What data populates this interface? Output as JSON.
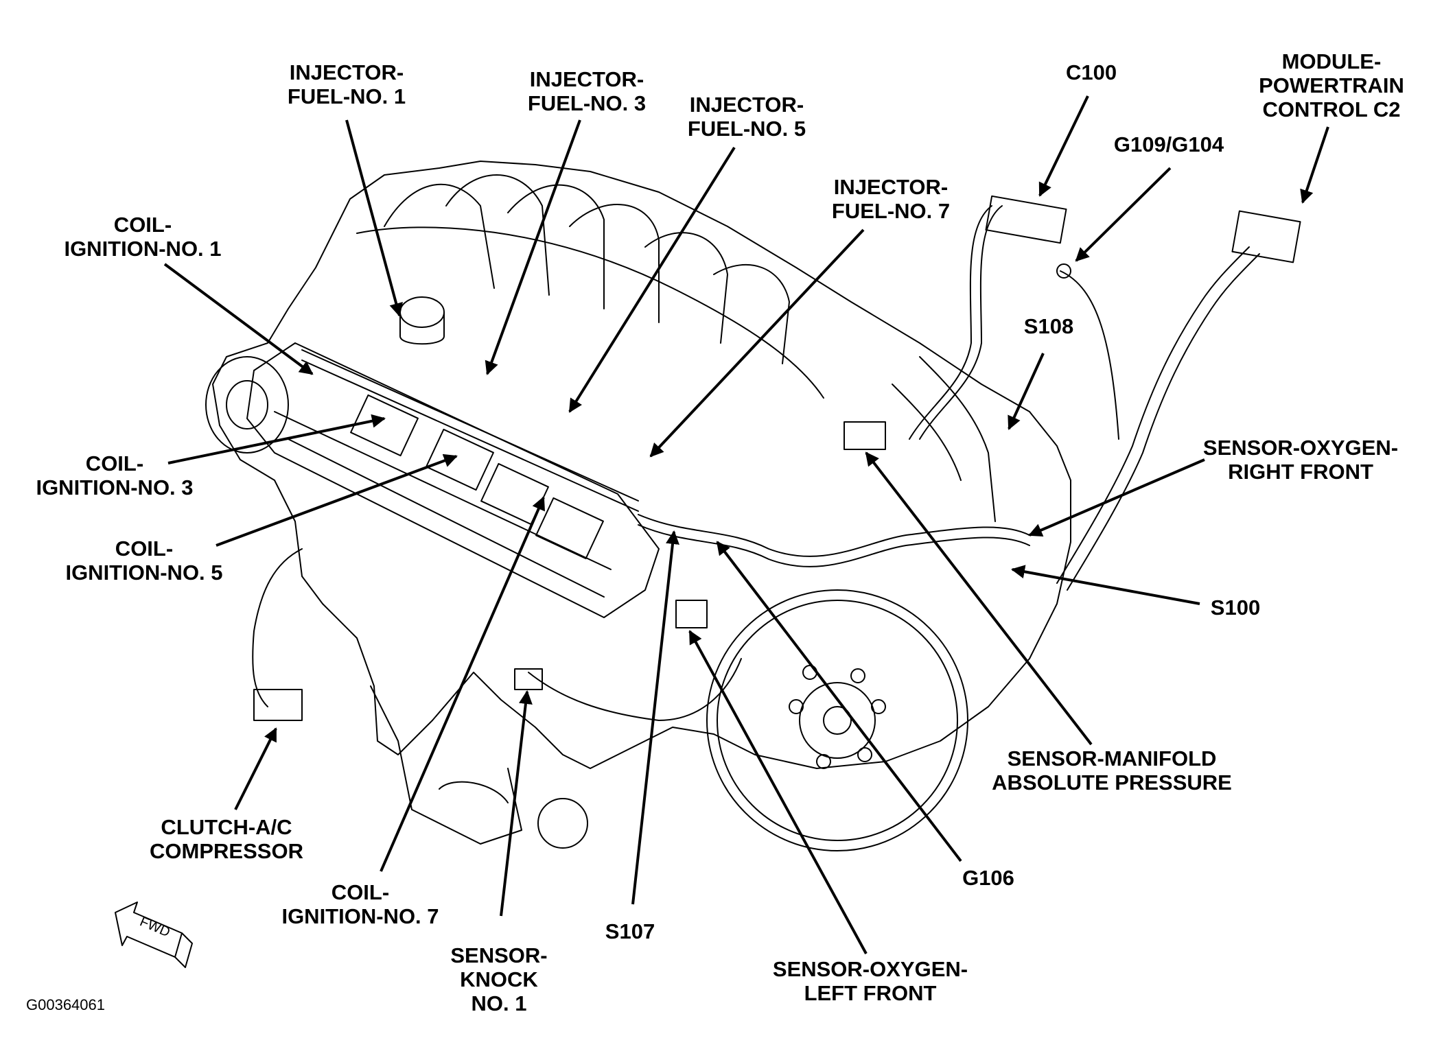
{
  "figure_code": "G00364061",
  "fwd_arrow_text": "FWD",
  "colors": {
    "ink": "#000000",
    "paper": "#ffffff"
  },
  "callouts": [
    {
      "id": "injector-fuel-no-1",
      "lines": [
        "INJECTOR-",
        "FUEL-NO. 1"
      ]
    },
    {
      "id": "injector-fuel-no-3",
      "lines": [
        "INJECTOR-",
        "FUEL-NO. 3"
      ]
    },
    {
      "id": "injector-fuel-no-5",
      "lines": [
        "INJECTOR-",
        "FUEL-NO. 5"
      ]
    },
    {
      "id": "injector-fuel-no-7",
      "lines": [
        "INJECTOR-",
        "FUEL-NO. 7"
      ]
    },
    {
      "id": "c100",
      "lines": [
        "C100"
      ]
    },
    {
      "id": "g109-g104",
      "lines": [
        "G109/G104"
      ]
    },
    {
      "id": "module-powertrain-control-c2",
      "lines": [
        "MODULE-",
        "POWERTRAIN",
        "CONTROL C2"
      ]
    },
    {
      "id": "coil-ignition-no-1",
      "lines": [
        "COIL-",
        "IGNITION-NO. 1"
      ]
    },
    {
      "id": "s108",
      "lines": [
        "S108"
      ]
    },
    {
      "id": "coil-ignition-no-3",
      "lines": [
        "COIL-",
        "IGNITION-NO. 3"
      ]
    },
    {
      "id": "sensor-oxygen-right-front",
      "lines": [
        "SENSOR-OXYGEN-",
        "RIGHT FRONT"
      ]
    },
    {
      "id": "coil-ignition-no-5",
      "lines": [
        "COIL-",
        "IGNITION-NO. 5"
      ]
    },
    {
      "id": "s100",
      "lines": [
        "S100"
      ]
    },
    {
      "id": "sensor-manifold-absolute-pressure",
      "lines": [
        "SENSOR-MANIFOLD",
        "ABSOLUTE PRESSURE"
      ]
    },
    {
      "id": "clutch-ac-compressor",
      "lines": [
        "CLUTCH-A/C",
        "COMPRESSOR"
      ]
    },
    {
      "id": "g106",
      "lines": [
        "G106"
      ]
    },
    {
      "id": "coil-ignition-no-7",
      "lines": [
        "COIL-",
        "IGNITION-NO. 7"
      ]
    },
    {
      "id": "s107",
      "lines": [
        "S107"
      ]
    },
    {
      "id": "sensor-knock-no-1",
      "lines": [
        "SENSOR-",
        "KNOCK",
        "NO. 1"
      ]
    },
    {
      "id": "sensor-oxygen-left-front",
      "lines": [
        "SENSOR-OXYGEN-",
        "LEFT FRONT"
      ]
    }
  ]
}
